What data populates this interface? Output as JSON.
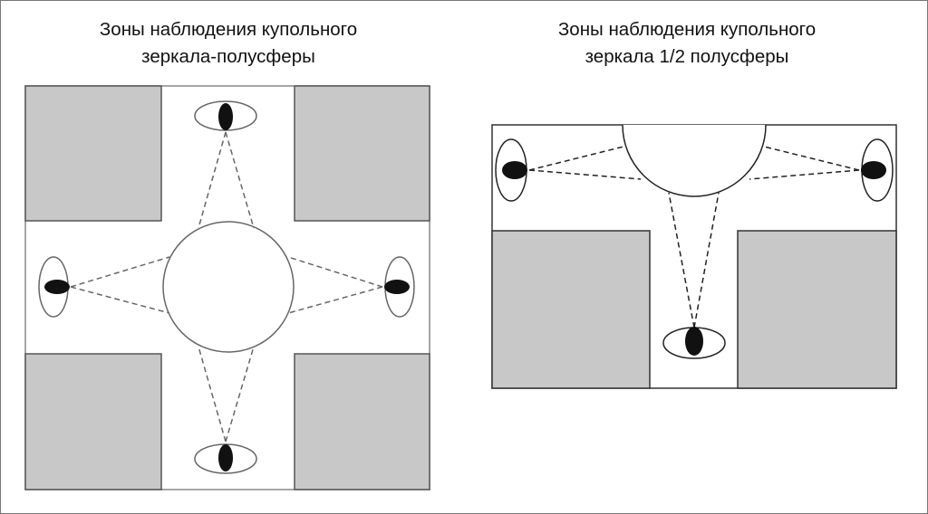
{
  "left_diagram": {
    "title_line1": "Зоны наблюдения купольного",
    "title_line2": "зеркала-полусферы"
  },
  "right_diagram": {
    "title_line1": "Зоны наблюдения купольного",
    "title_line2": "зеркала 1/2 полусферы"
  },
  "colors": {
    "building": "#c8c8c8",
    "outline": "#555555",
    "pupil": "#111111"
  }
}
